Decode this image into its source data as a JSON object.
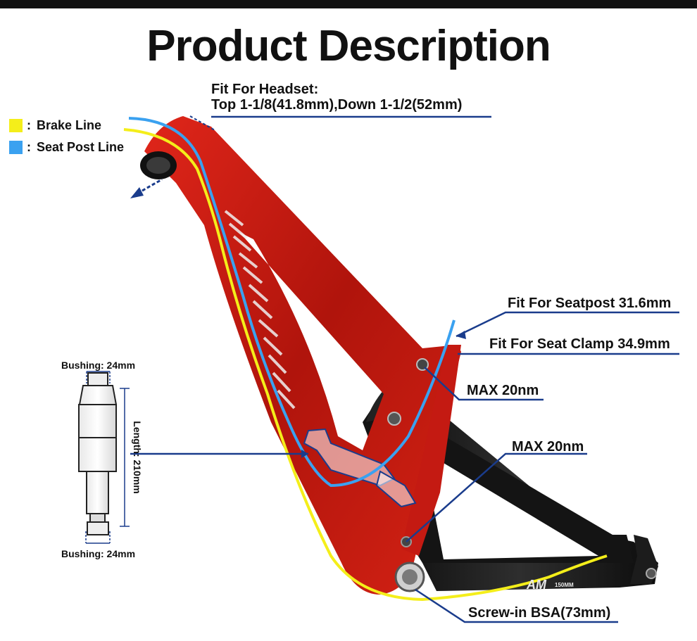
{
  "header": {
    "title": "Product Description"
  },
  "legend": {
    "items": [
      {
        "label": "Brake Line",
        "color": "#f4ee1a"
      },
      {
        "label": "Seat Post Line",
        "color": "#3aa1f0"
      }
    ],
    "separator": ":"
  },
  "callouts": {
    "headset_title": "Fit For Headset:",
    "headset_spec": "Top 1-1/8(41.8mm),Down 1-1/2(52mm)",
    "seatpost": "Fit For Seatpost 31.6mm",
    "seat_clamp": "Fit For Seat Clamp 34.9mm",
    "torque_upper": "MAX 20nm",
    "torque_lower": "MAX 20nm",
    "bottom_bracket": "Screw-in BSA(73mm)"
  },
  "shock": {
    "bushing_top": "Bushing: 24mm",
    "bushing_bottom": "Bushing: 24mm",
    "length": "Length: 210mm"
  },
  "frame": {
    "decal": "AM",
    "decal_sub": "150MM"
  },
  "colors": {
    "callout_line": "#1a3c8c",
    "frame_red": "#c41a12",
    "frame_black": "#1a1a1a"
  }
}
